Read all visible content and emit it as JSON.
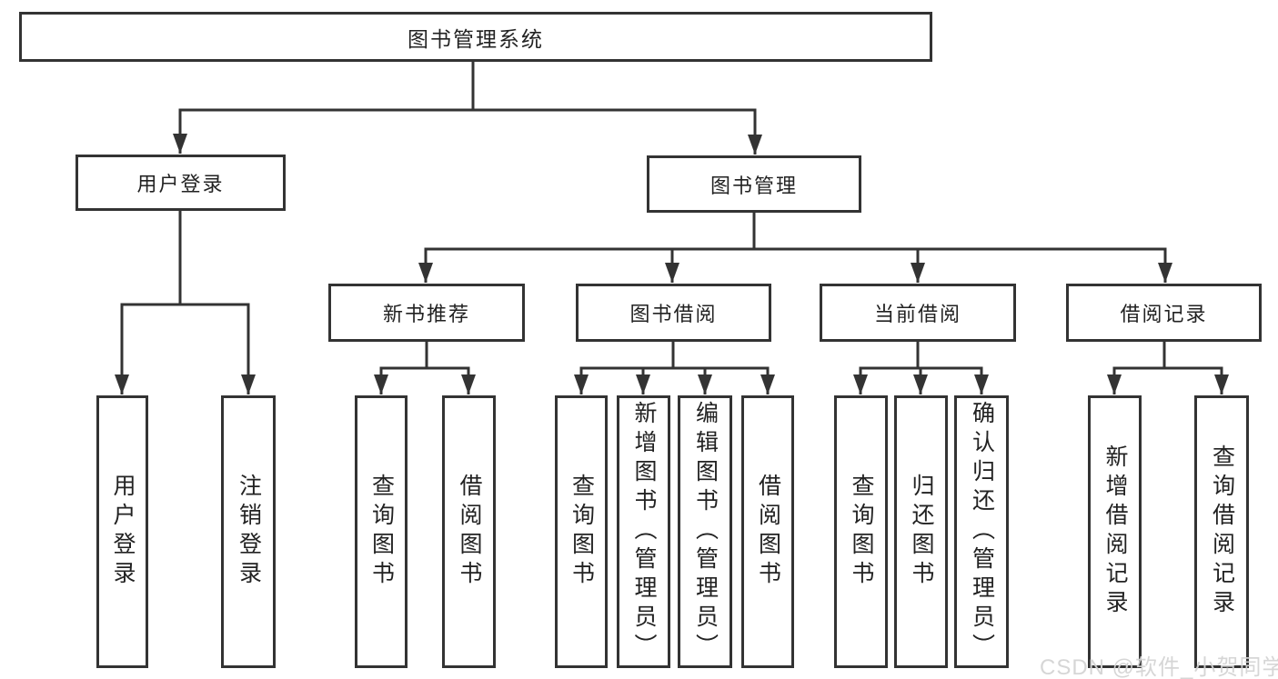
{
  "diagram": {
    "title": "图书管理系统",
    "root": {
      "label": "图书管理系统"
    },
    "branches": [
      {
        "label": "用户登录",
        "children": [
          {
            "label": "用户登录"
          },
          {
            "label": "注销登录"
          }
        ]
      },
      {
        "label": "图书管理",
        "children": [
          {
            "label": "新书推荐",
            "children": [
              {
                "label": "查询图书"
              },
              {
                "label": "借阅图书"
              }
            ]
          },
          {
            "label": "图书借阅",
            "children": [
              {
                "label": "查询图书"
              },
              {
                "label": "新增图书（管理员）"
              },
              {
                "label": "编辑图书（管理员）"
              },
              {
                "label": "借阅图书"
              }
            ]
          },
          {
            "label": "当前借阅",
            "children": [
              {
                "label": "查询图书"
              },
              {
                "label": "归还图书"
              },
              {
                "label": "确认归还（管理员）"
              }
            ]
          },
          {
            "label": "借阅记录",
            "children": [
              {
                "label": "新增借阅记录"
              },
              {
                "label": "查询借阅记录"
              }
            ]
          }
        ]
      }
    ]
  },
  "watermark": {
    "text": "CSDN @软件_小贺同学"
  },
  "colors": {
    "line": "#333333",
    "box_border": "#333333",
    "box_fill": "#ffffff",
    "text": "#222222",
    "watermark": "#d4d4d4"
  }
}
